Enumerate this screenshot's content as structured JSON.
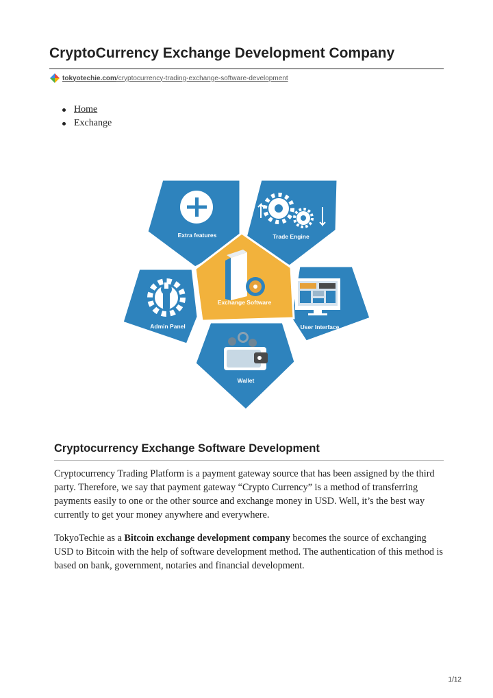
{
  "page": {
    "title": "CryptoCurrency Exchange Development Company",
    "page_number": "1/12"
  },
  "source": {
    "domain": "tokyotechie.com",
    "path": "/cryptocurrency-trading-exchange-software-development"
  },
  "breadcrumb": [
    {
      "label": "Home",
      "is_link": true
    },
    {
      "label": "Exchange",
      "is_link": false
    }
  ],
  "diagram": {
    "center": "Exchange Software",
    "segments": {
      "extra": "Extra features",
      "trade": "Trade Engine",
      "admin": "Admin Panel",
      "ui": "User Interface",
      "wallet": "Wallet"
    },
    "colors": {
      "segment": "#2e83bd",
      "center": "#f2b23c",
      "border": "#ffffff"
    }
  },
  "article": {
    "heading": "Cryptocurrency Exchange Software Development",
    "paragraph1": "Cryptocurrency Trading Platform is a payment gateway source that has been assigned by the third party. Therefore, we say that payment gateway “Crypto Currency” is a method of transferring payments easily to one or the other source and exchange money in USD. Well, it’s the best way currently to get your money anywhere and everywhere.",
    "paragraph2_intro": "TokyoTechie as a ",
    "paragraph2_bold": "Bitcoin exchange development company",
    "paragraph2_rest": " becomes the source of exchanging USD to Bitcoin with the help of software development method. The authentication of this method is based on bank, government, notaries and financial development."
  }
}
